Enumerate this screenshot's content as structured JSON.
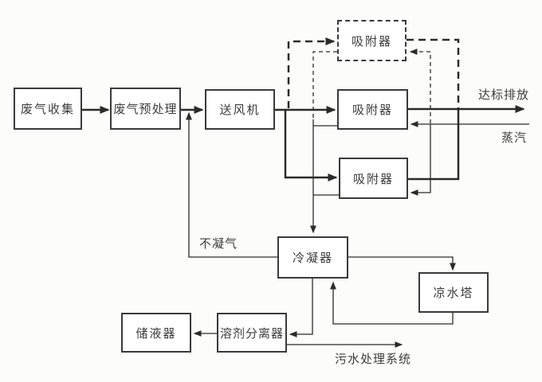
{
  "diagram": {
    "type": "process-flow-diagram",
    "nodes": {
      "collect": {
        "label": "废气收集"
      },
      "pretreat": {
        "label": "废气预处理"
      },
      "fan": {
        "label": "送风机"
      },
      "adsorber_standby": {
        "label": "吸附器"
      },
      "adsorber_1": {
        "label": "吸附器"
      },
      "adsorber_2": {
        "label": "吸附器"
      },
      "condenser": {
        "label": "冷凝器"
      },
      "cooling_tower": {
        "label": "凉水塔"
      },
      "receiver": {
        "label": "储液器"
      },
      "separator": {
        "label": "溶剂分离器"
      }
    },
    "flow_labels": {
      "discharge": "达标排放",
      "steam": "蒸汽",
      "non_condensable": "不凝气",
      "sewage": "污水处理系统"
    },
    "colors": {
      "line": "#2b2b2b",
      "box_border": "#3a3a3a",
      "box_fill": "#ffffff",
      "background": "#fcfcfb"
    }
  }
}
